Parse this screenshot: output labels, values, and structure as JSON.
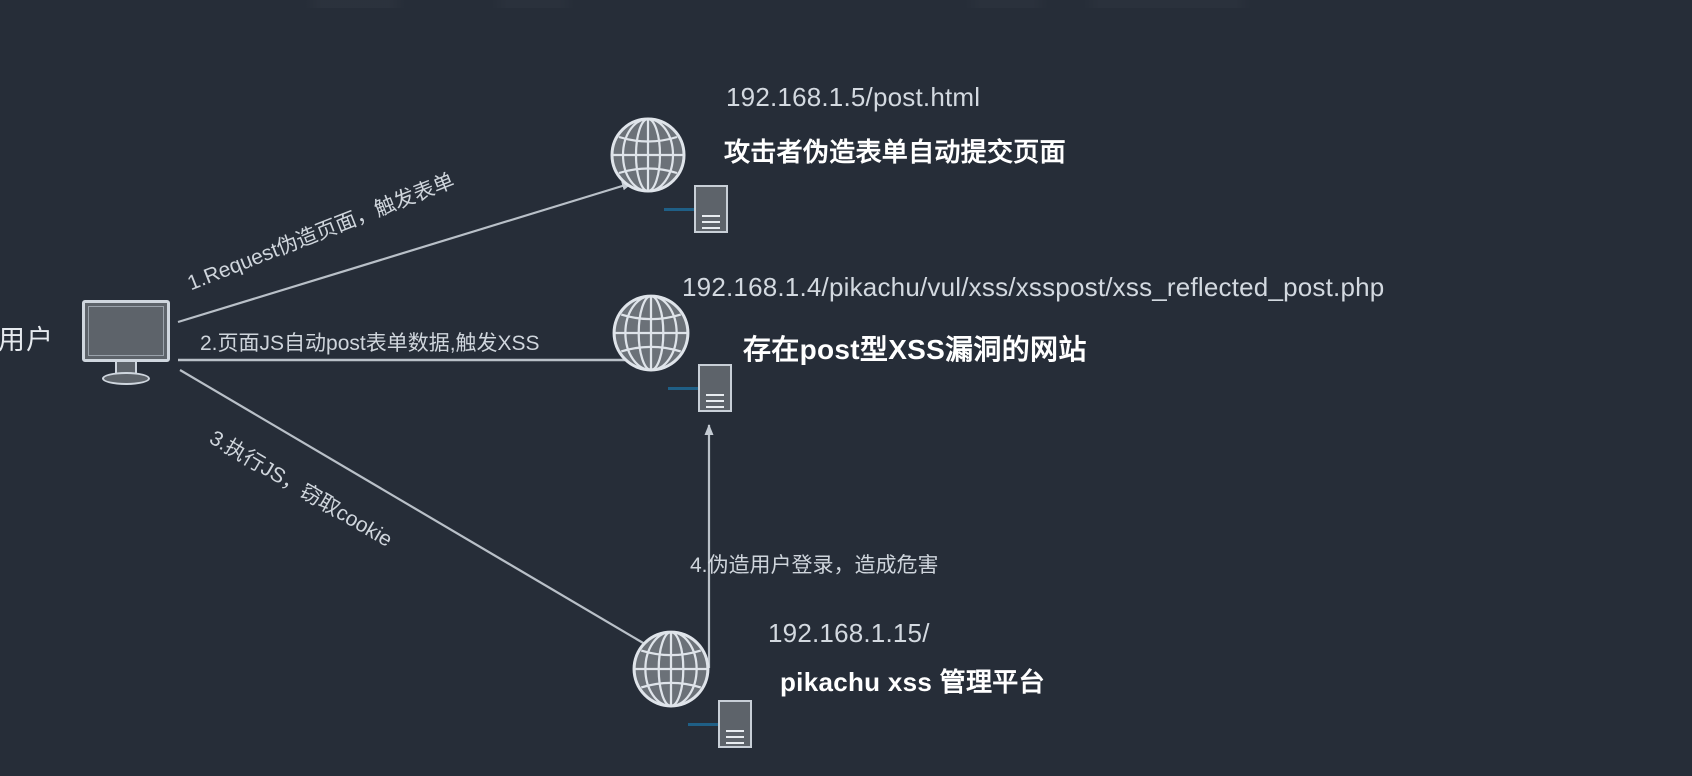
{
  "diagram": {
    "background_color": "#262d38",
    "line_color": "#b9c0c8",
    "connector_color": "#1f5f86",
    "actor": {
      "label": "用户",
      "icon": "monitor-icon"
    },
    "nodes": [
      {
        "id": "attacker-page",
        "icon": "globe-icon",
        "url": "192.168.1.5/post.html",
        "title": "攻击者伪造表单自动提交页面"
      },
      {
        "id": "vulnerable-site",
        "icon": "globe-icon",
        "url": "192.168.1.4/pikachu/vul/xss/xsspost/xss_reflected_post.php",
        "title": "存在post型XSS漏洞的网站"
      },
      {
        "id": "xss-platform",
        "icon": "globe-icon",
        "url": "192.168.1.15/",
        "title": "pikachu xss 管理平台"
      }
    ],
    "edges": [
      {
        "id": "step-1",
        "label": "1.Request伪造页面，触发表单",
        "from": "用户",
        "to": "attacker-page",
        "angle": -21.5
      },
      {
        "id": "step-2",
        "label": "2.页面JS自动post表单数据,触发XSS",
        "from": "用户",
        "to": "vulnerable-site",
        "angle": 0
      },
      {
        "id": "step-3",
        "label": "3.执行JS，窃取cookie",
        "from": "用户",
        "to": "xss-platform",
        "angle": 30.5
      },
      {
        "id": "step-4",
        "label": "4.伪造用户登录，造成危害",
        "from": "xss-platform",
        "to": "vulnerable-site",
        "angle": 0
      }
    ]
  }
}
